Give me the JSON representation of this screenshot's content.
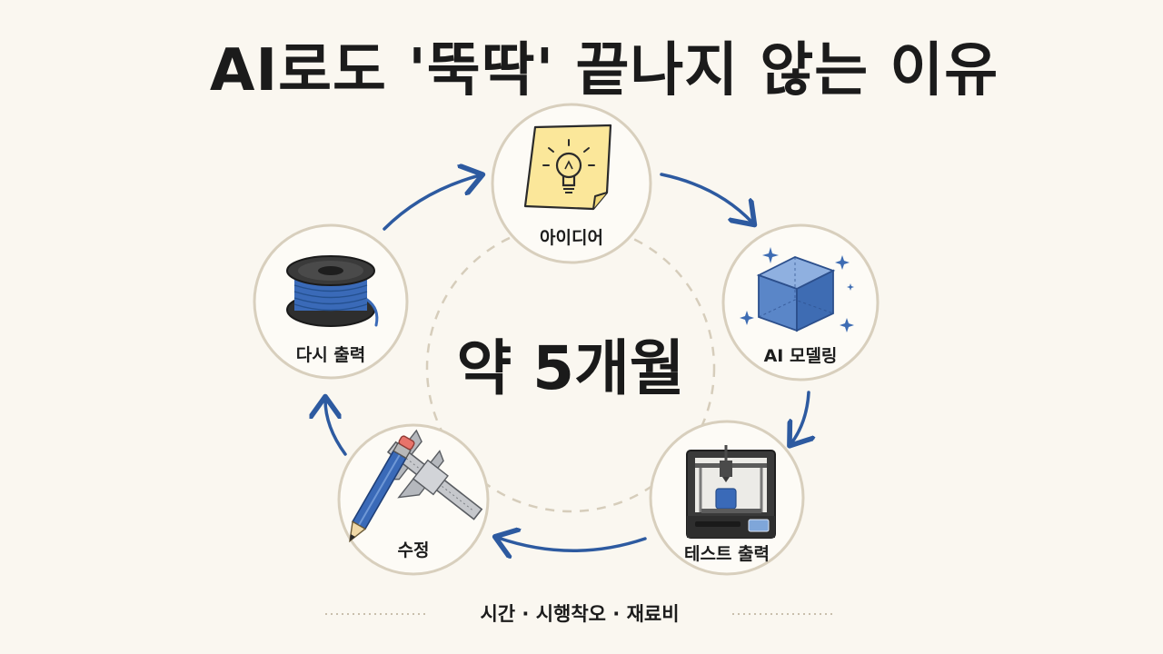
{
  "title": "AI로도 '뚝딱' 끝나지 않는 이유",
  "center": {
    "text": "약 5개월"
  },
  "cycle": [
    {
      "label": "아이디어",
      "icon": "lightbulb-sticky-note-icon"
    },
    {
      "label": "AI 모델링",
      "icon": "3d-cube-icon"
    },
    {
      "label": "테스트 출력",
      "icon": "3d-printer-icon"
    },
    {
      "label": "수정",
      "icon": "pencil-caliper-icon"
    },
    {
      "label": "다시 출력",
      "icon": "filament-spool-icon"
    }
  ],
  "footer": {
    "text": "시간 · 시행착오 · 재료비"
  },
  "colors": {
    "background": "#faf7f0",
    "arrow": "#2d5aa0",
    "circle_border": "#d8cfbd",
    "sticky_note": "#fbe79a",
    "cube": "#4a7cc4",
    "filament": "#3a6ab8"
  }
}
